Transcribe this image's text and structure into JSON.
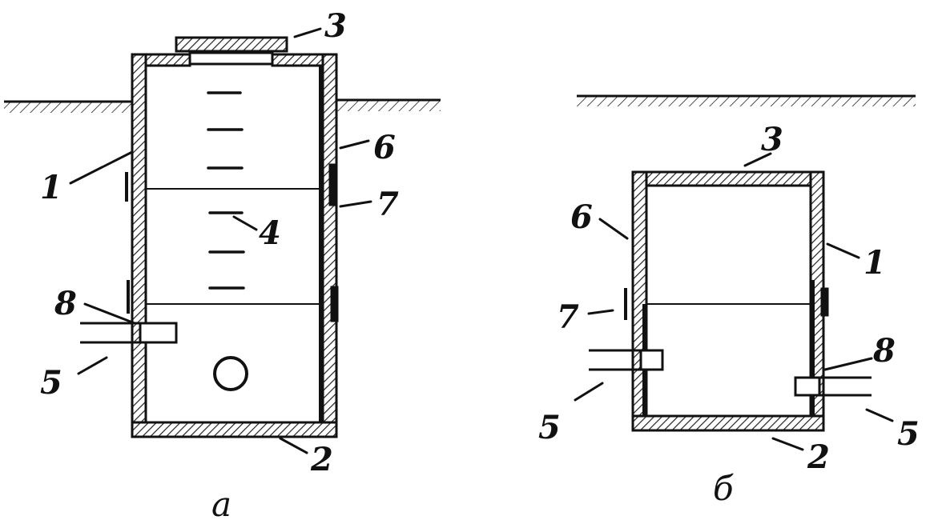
{
  "colors": {
    "ink": "#111111",
    "hatch": "#222222",
    "paper": "#ffffff"
  },
  "diagram_a": {
    "caption": "а",
    "labels": {
      "n1": "1",
      "n2": "2",
      "n3": "3",
      "n4": "4",
      "n5": "5",
      "n6": "6",
      "n7": "7",
      "n8": "8"
    }
  },
  "diagram_b": {
    "caption": "б",
    "labels": {
      "n1": "1",
      "n2": "2",
      "n3": "3",
      "n5_left": "5",
      "n5_right": "5",
      "n6": "6",
      "n7": "7",
      "n8": "8"
    }
  }
}
